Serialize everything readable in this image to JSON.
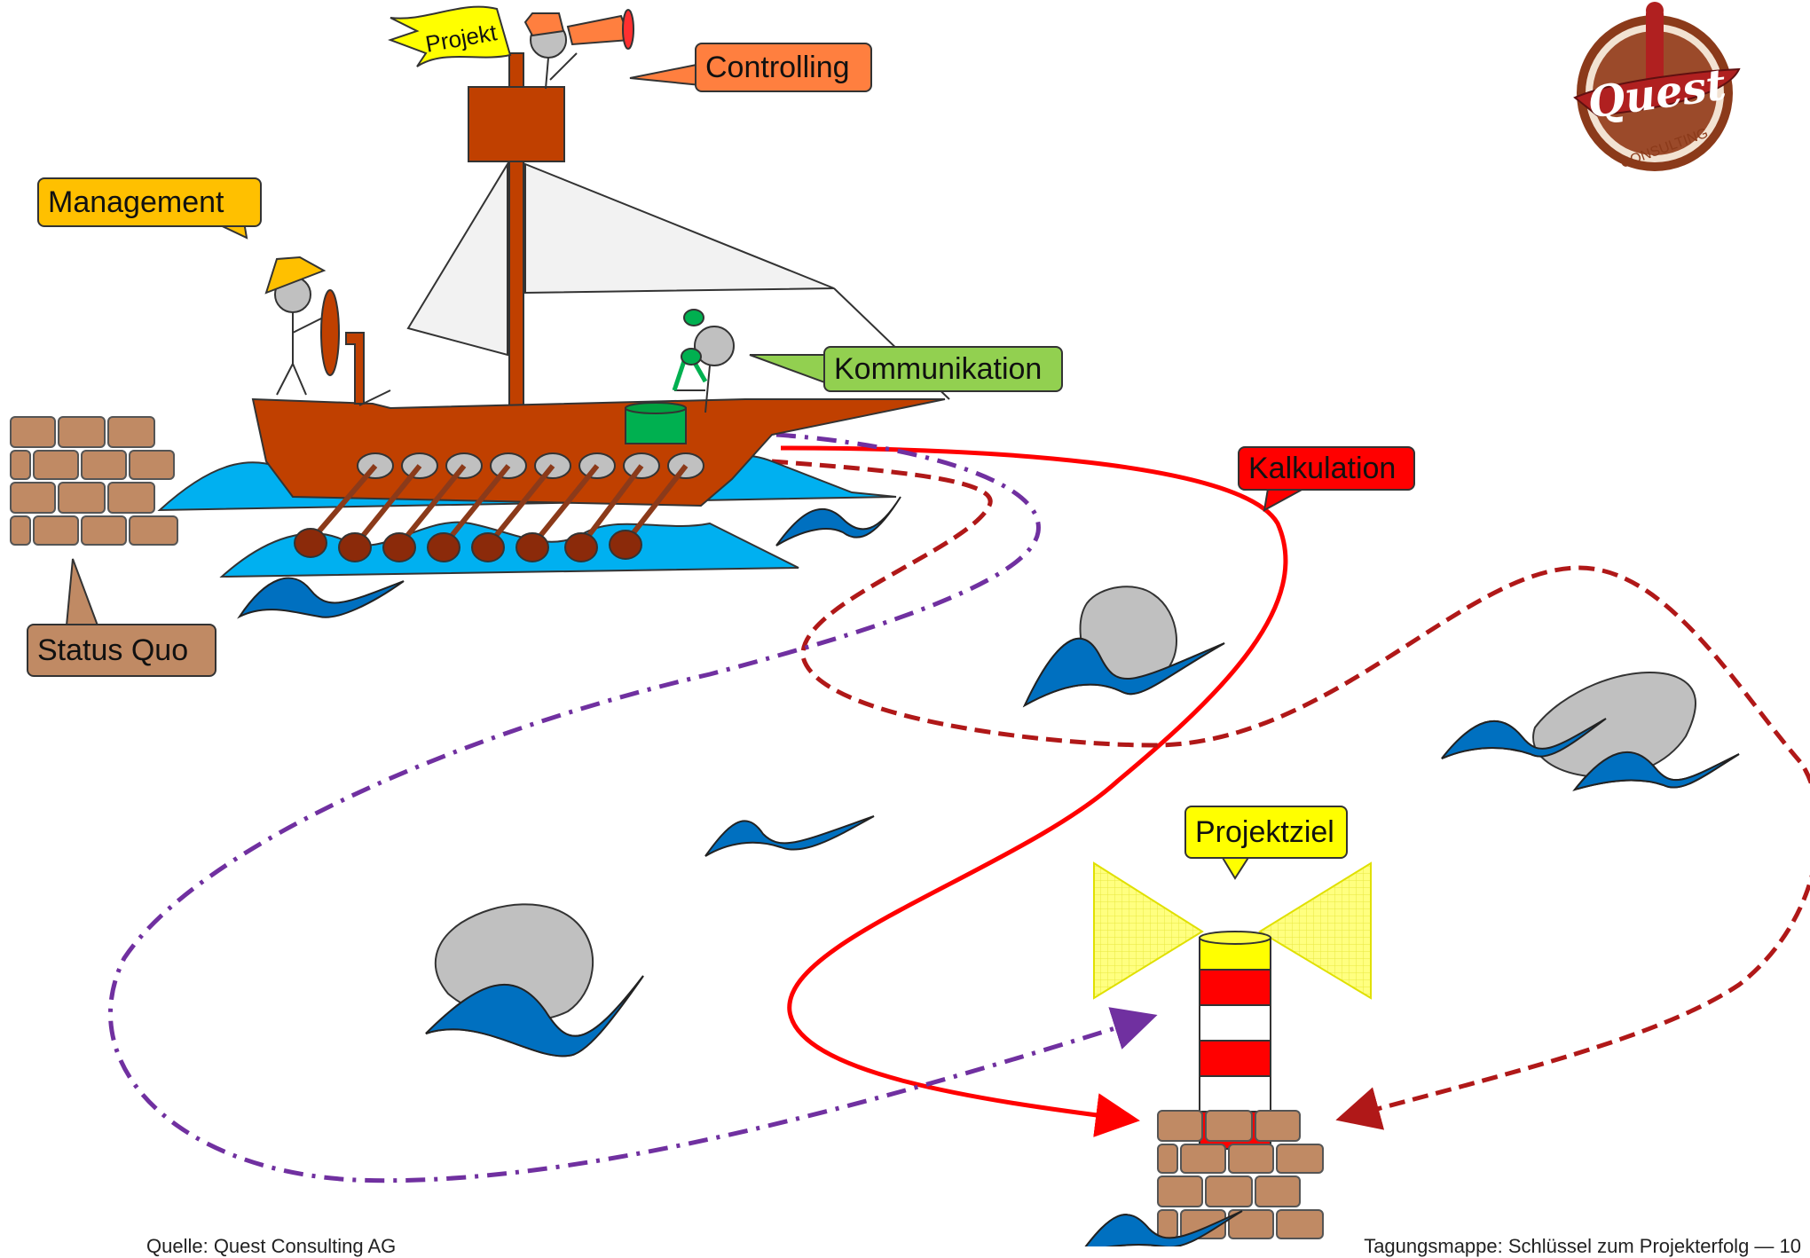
{
  "labels": {
    "controlling": "Controlling",
    "management": "Management",
    "kommunikation": "Kommunikation",
    "kalkulation": "Kalkulation",
    "status_quo": "Status Quo",
    "projektziel": "Projektziel",
    "projekt_flag": "Projekt"
  },
  "logo": {
    "text": "Quest",
    "subtext": "CONSULTING"
  },
  "footer": {
    "left": "Quelle: Quest Consulting AG",
    "right": "Tagungsmappe: Schlüssel zum Projekterfolg — 10"
  },
  "colors": {
    "controlling": "#ff7f3f",
    "management": "#ffc000",
    "kommunikation": "#92d050",
    "kalkulation": "#ff0000",
    "status_quo": "#c08a64",
    "projektziel": "#ffff00",
    "ship": "#c04000",
    "wave_light": "#00b0f0",
    "wave_dark": "#0070c0",
    "rock": "#c0c0c0",
    "path_red": "#ff0000",
    "path_darkred": "#b01818",
    "path_purple": "#7030a0",
    "brick": "#c08a64"
  }
}
